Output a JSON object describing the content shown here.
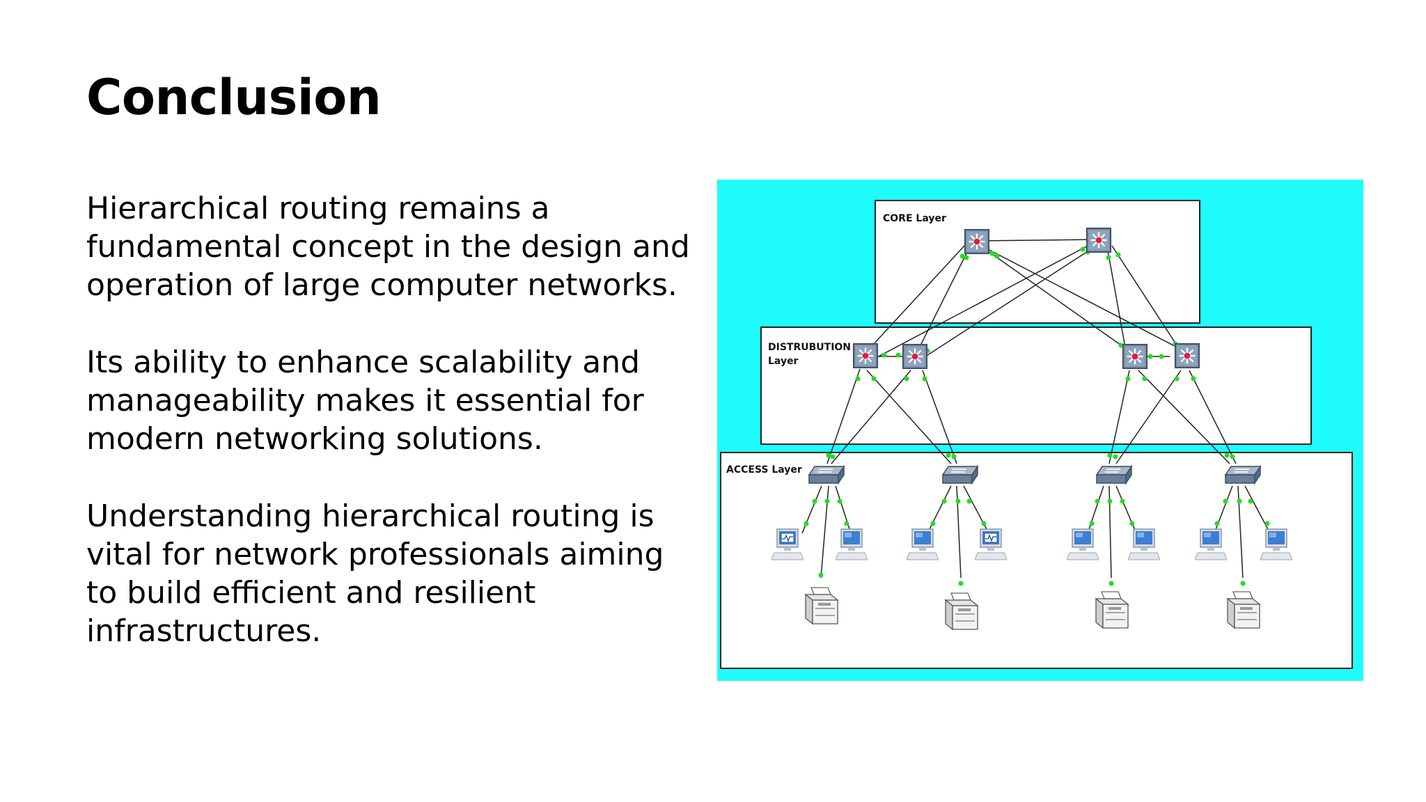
{
  "slide": {
    "title": "Conclusion",
    "paragraphs": [
      "Hierarchical routing remains a fundamental concept in the design and operation of large computer networks.",
      "Its ability to enhance scalability and manageability makes it essential for modern networking solutions.",
      "Understanding hierarchical routing is vital for network professionals aiming to build efficient and resilient infrastructures."
    ]
  },
  "diagram": {
    "background_color": "#1efcfc",
    "layers": {
      "core": "CORE Layer",
      "distribution": [
        "DISTRUBUTION",
        "Layer"
      ],
      "access": "ACCESS Layer"
    },
    "link_endpoint_color": "#22dd22",
    "icons": [
      "multilayer-switch-icon",
      "access-switch-icon",
      "pc-icon",
      "printer-icon"
    ]
  }
}
